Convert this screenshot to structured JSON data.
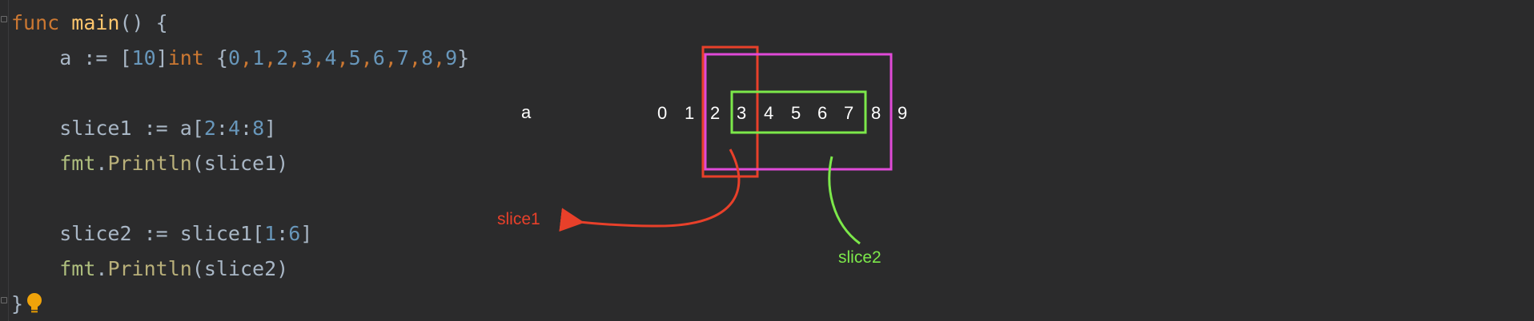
{
  "editor": {
    "lines": [
      {
        "tokens": [
          {
            "t": "func ",
            "c": "kw"
          },
          {
            "t": "main",
            "c": "fn"
          },
          {
            "t": "() {",
            "c": "punc"
          }
        ]
      },
      {
        "tokens": [
          {
            "t": "    a := [",
            "c": "punc"
          },
          {
            "t": "10",
            "c": "num"
          },
          {
            "t": "]",
            "c": "punc"
          },
          {
            "t": "int",
            "c": "kw"
          },
          {
            "t": " {",
            "c": "punc"
          },
          {
            "t": "0",
            "c": "num"
          },
          {
            "t": ",",
            "c": "kw"
          },
          {
            "t": "1",
            "c": "num"
          },
          {
            "t": ",",
            "c": "kw"
          },
          {
            "t": "2",
            "c": "num"
          },
          {
            "t": ",",
            "c": "kw"
          },
          {
            "t": "3",
            "c": "num"
          },
          {
            "t": ",",
            "c": "kw"
          },
          {
            "t": "4",
            "c": "num"
          },
          {
            "t": ",",
            "c": "kw"
          },
          {
            "t": "5",
            "c": "num"
          },
          {
            "t": ",",
            "c": "kw"
          },
          {
            "t": "6",
            "c": "num"
          },
          {
            "t": ",",
            "c": "kw"
          },
          {
            "t": "7",
            "c": "num"
          },
          {
            "t": ",",
            "c": "kw"
          },
          {
            "t": "8",
            "c": "num"
          },
          {
            "t": ",",
            "c": "kw"
          },
          {
            "t": "9",
            "c": "num"
          },
          {
            "t": "}",
            "c": "punc"
          }
        ]
      },
      {
        "tokens": []
      },
      {
        "tokens": [
          {
            "t": "    slice1 := a[",
            "c": "punc"
          },
          {
            "t": "2",
            "c": "num"
          },
          {
            "t": ":",
            "c": "punc"
          },
          {
            "t": "4",
            "c": "num"
          },
          {
            "t": ":",
            "c": "punc"
          },
          {
            "t": "8",
            "c": "num"
          },
          {
            "t": "]",
            "c": "punc"
          }
        ]
      },
      {
        "tokens": [
          {
            "t": "    ",
            "c": "punc"
          },
          {
            "t": "fmt",
            "c": "pkg"
          },
          {
            "t": ".",
            "c": "punc"
          },
          {
            "t": "Println",
            "c": "call"
          },
          {
            "t": "(slice1)",
            "c": "punc"
          }
        ]
      },
      {
        "tokens": []
      },
      {
        "tokens": [
          {
            "t": "    slice2 := slice1[",
            "c": "punc"
          },
          {
            "t": "1",
            "c": "num"
          },
          {
            "t": ":",
            "c": "punc"
          },
          {
            "t": "6",
            "c": "num"
          },
          {
            "t": "]",
            "c": "punc"
          }
        ]
      },
      {
        "tokens": [
          {
            "t": "    ",
            "c": "punc"
          },
          {
            "t": "fmt",
            "c": "pkg"
          },
          {
            "t": ".",
            "c": "punc"
          },
          {
            "t": "Println",
            "c": "call"
          },
          {
            "t": "(slice2)",
            "c": "punc"
          }
        ]
      },
      {
        "tokens": [
          {
            "t": "}",
            "c": "punc"
          }
        ],
        "bulb": true
      }
    ]
  },
  "diagram": {
    "array_label": "a",
    "elements": [
      "0",
      "1",
      "2",
      "3",
      "4",
      "5",
      "6",
      "7",
      "8",
      "9"
    ],
    "slice1_label": "slice1",
    "slice2_label": "slice2",
    "colors": {
      "slice1": "#e8402a",
      "slice2": "#7ce84a",
      "capacity": "#e04ad8",
      "element_text": "#ffffff"
    }
  }
}
